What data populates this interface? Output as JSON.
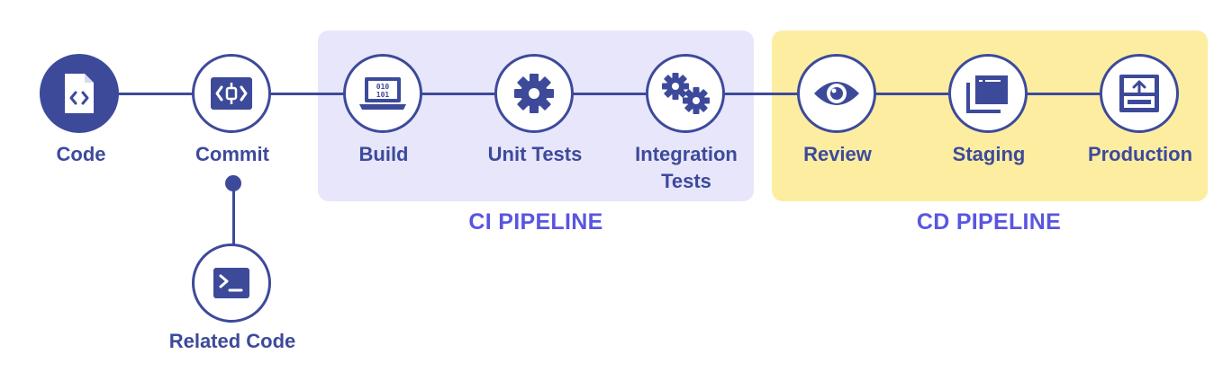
{
  "stages": {
    "code": "Code",
    "commit": "Commit",
    "related_code": "Related Code",
    "build": "Build",
    "unit_tests": "Unit Tests",
    "integration_tests_line1": "Integration",
    "integration_tests_line2": "Tests",
    "review": "Review",
    "staging": "Staging",
    "production": "Production"
  },
  "groups": {
    "ci": "CI PIPELINE",
    "cd": "CD PIPELINE"
  },
  "colors": {
    "primary": "#3d4a9a",
    "ci_background": "#e8e6fb",
    "cd_background": "#fdeda1",
    "group_title": "#5a55e0"
  },
  "icons": {
    "code": "code-file-icon",
    "commit": "commit-icon",
    "related_code": "terminal-icon",
    "build": "laptop-binary-icon",
    "unit_tests": "gear-icon",
    "integration_tests": "gears-icon",
    "review": "eye-icon",
    "staging": "stacked-windows-icon",
    "production": "upload-server-icon"
  }
}
